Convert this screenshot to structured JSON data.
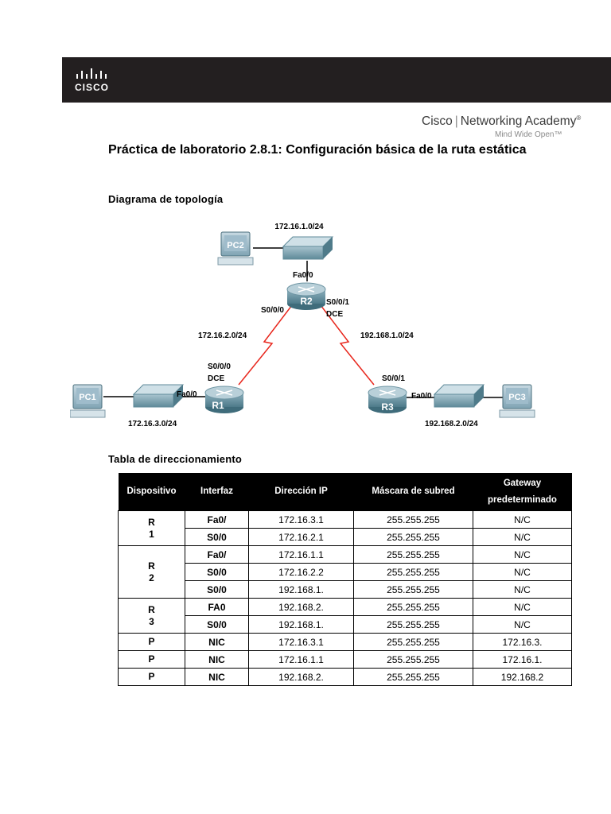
{
  "header": {
    "logo_text": "CISCO",
    "academy_brand": "Cisco",
    "academy_name": "Networking Academy",
    "academy_mark": "®",
    "academy_tagline": "Mind Wide Open™"
  },
  "title": "Práctica de laboratorio 2.8.1: Configuración básica de la ruta estática",
  "topology_heading": "Diagrama de topología",
  "topology": {
    "net_top": "172.16.1.0/24",
    "net_left_serial": "172.16.2.0/24",
    "net_right_serial": "192.168.1.0/24",
    "net_left_lan": "172.16.3.0/24",
    "net_right_lan": "192.168.2.0/24",
    "pc2": "PC2",
    "pc1": "PC1",
    "pc3": "PC3",
    "r1": "R1",
    "r2": "R2",
    "r3": "R3",
    "r2_fa": "Fa0/0",
    "r2_s000": "S0/0/0",
    "r2_s001": "S0/0/1",
    "r2_dce": "DCE",
    "r1_s000": "S0/0/0",
    "r1_dce": "DCE",
    "r1_fa": "Fa0/0",
    "r3_s001": "S0/0/1",
    "r3_fa": "Fa0/0",
    "link_color": "#e8261c"
  },
  "table_heading": "Tabla de direccionamiento",
  "table": {
    "headers": {
      "device": "Dispositivo",
      "interface": "Interfaz",
      "ip": "Dirección IP",
      "mask": "Máscara de subred",
      "gateway": "Gateway predeterminado"
    },
    "groups": [
      {
        "device": "R 1",
        "rows": [
          {
            "intf": "Fa0/",
            "ip": "172.16.3.1",
            "mask": "255.255.255",
            "gw": "N/C"
          },
          {
            "intf": "S0/0",
            "ip": "172.16.2.1",
            "mask": "255.255.255",
            "gw": "N/C"
          }
        ]
      },
      {
        "device": "R 2",
        "rows": [
          {
            "intf": "Fa0/",
            "ip": "172.16.1.1",
            "mask": "255.255.255",
            "gw": "N/C"
          },
          {
            "intf": "S0/0",
            "ip": "172.16.2.2",
            "mask": "255.255.255",
            "gw": "N/C"
          },
          {
            "intf": "S0/0",
            "ip": "192.168.1.",
            "mask": "255.255.255",
            "gw": "N/C"
          }
        ]
      },
      {
        "device": "R 3",
        "rows": [
          {
            "intf": "FA0",
            "ip": "192.168.2.",
            "mask": "255.255.255",
            "gw": "N/C"
          },
          {
            "intf": "S0/0",
            "ip": "192.168.1.",
            "mask": "255.255.255",
            "gw": "N/C"
          }
        ]
      },
      {
        "device": "P",
        "rows": [
          {
            "intf": "NIC",
            "ip": "172.16.3.1",
            "mask": "255.255.255",
            "gw": "172.16.3."
          }
        ]
      },
      {
        "device": "P",
        "rows": [
          {
            "intf": "NIC",
            "ip": "172.16.1.1",
            "mask": "255.255.255",
            "gw": "172.16.1."
          }
        ]
      },
      {
        "device": "P",
        "rows": [
          {
            "intf": "NIC",
            "ip": "192.168.2.",
            "mask": "255.255.255",
            "gw": "192.168.2"
          }
        ]
      }
    ]
  }
}
